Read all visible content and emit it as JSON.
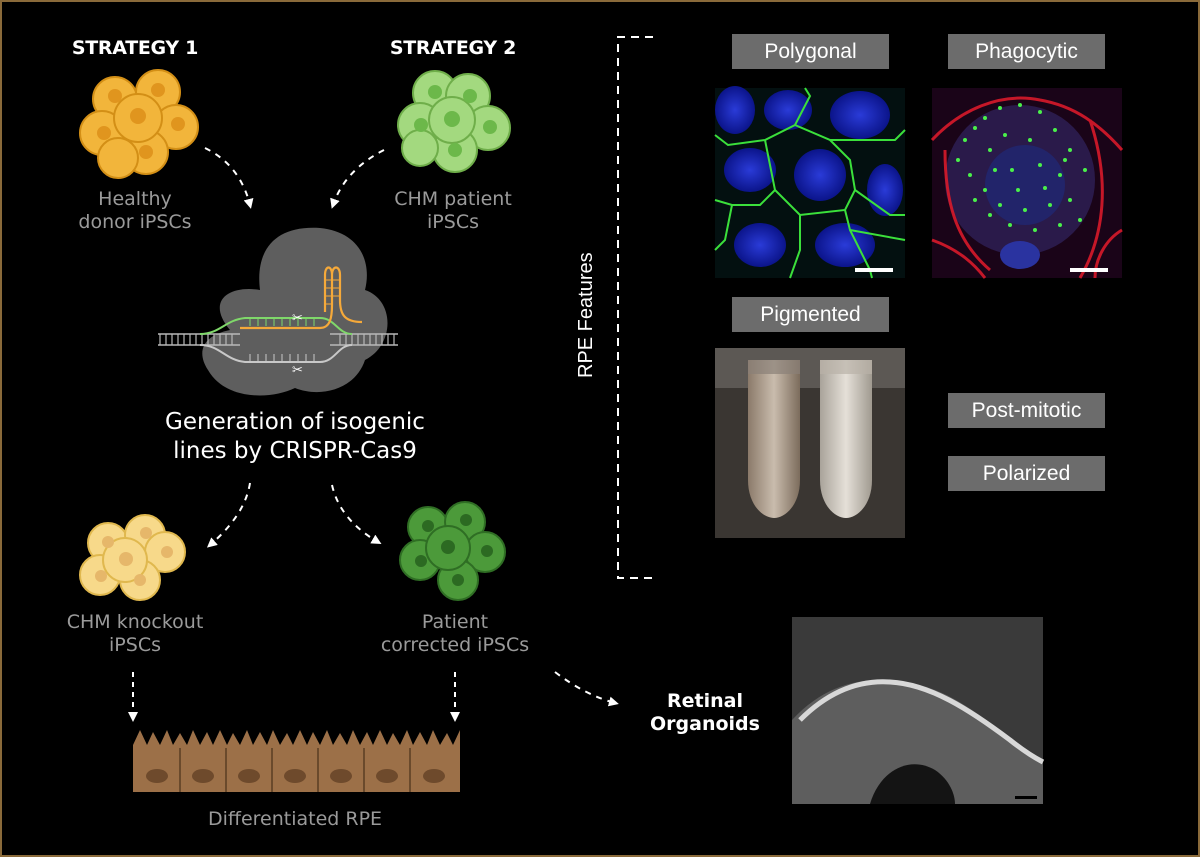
{
  "strategies": {
    "strategy1": "STRATEGY 1",
    "strategy2": "STRATEGY 2"
  },
  "cells": {
    "healthy": "Healthy\ndonor iPSCs",
    "patient": "CHM patient\niPSCs",
    "knockout": "CHM knockout\niPSCs",
    "corrected": "Patient\ncorrected iPSCs"
  },
  "crispr": {
    "caption": "Generation of isogenic\nlines by CRISPR-Cas9"
  },
  "rpe": {
    "differentiated": "Differentiated RPE"
  },
  "organoids": {
    "label": "Retinal\nOrganoids"
  },
  "features": {
    "title": "RPE Features",
    "polygonal": "Polygonal",
    "phagocytic": "Phagocytic",
    "pigmented": "Pigmented",
    "post_mitotic": "Post-mitotic",
    "polarized": "Polarized"
  },
  "colors": {
    "healthy_cells": "#f2b53b",
    "patient_cells": "#8ecf6a",
    "knockout_cells": "#f5d27a",
    "corrected_cells": "#4c9a3a",
    "rpe": "#9c7048",
    "feature_box": "#6c6c6c",
    "frame": "#8a6a3a"
  }
}
